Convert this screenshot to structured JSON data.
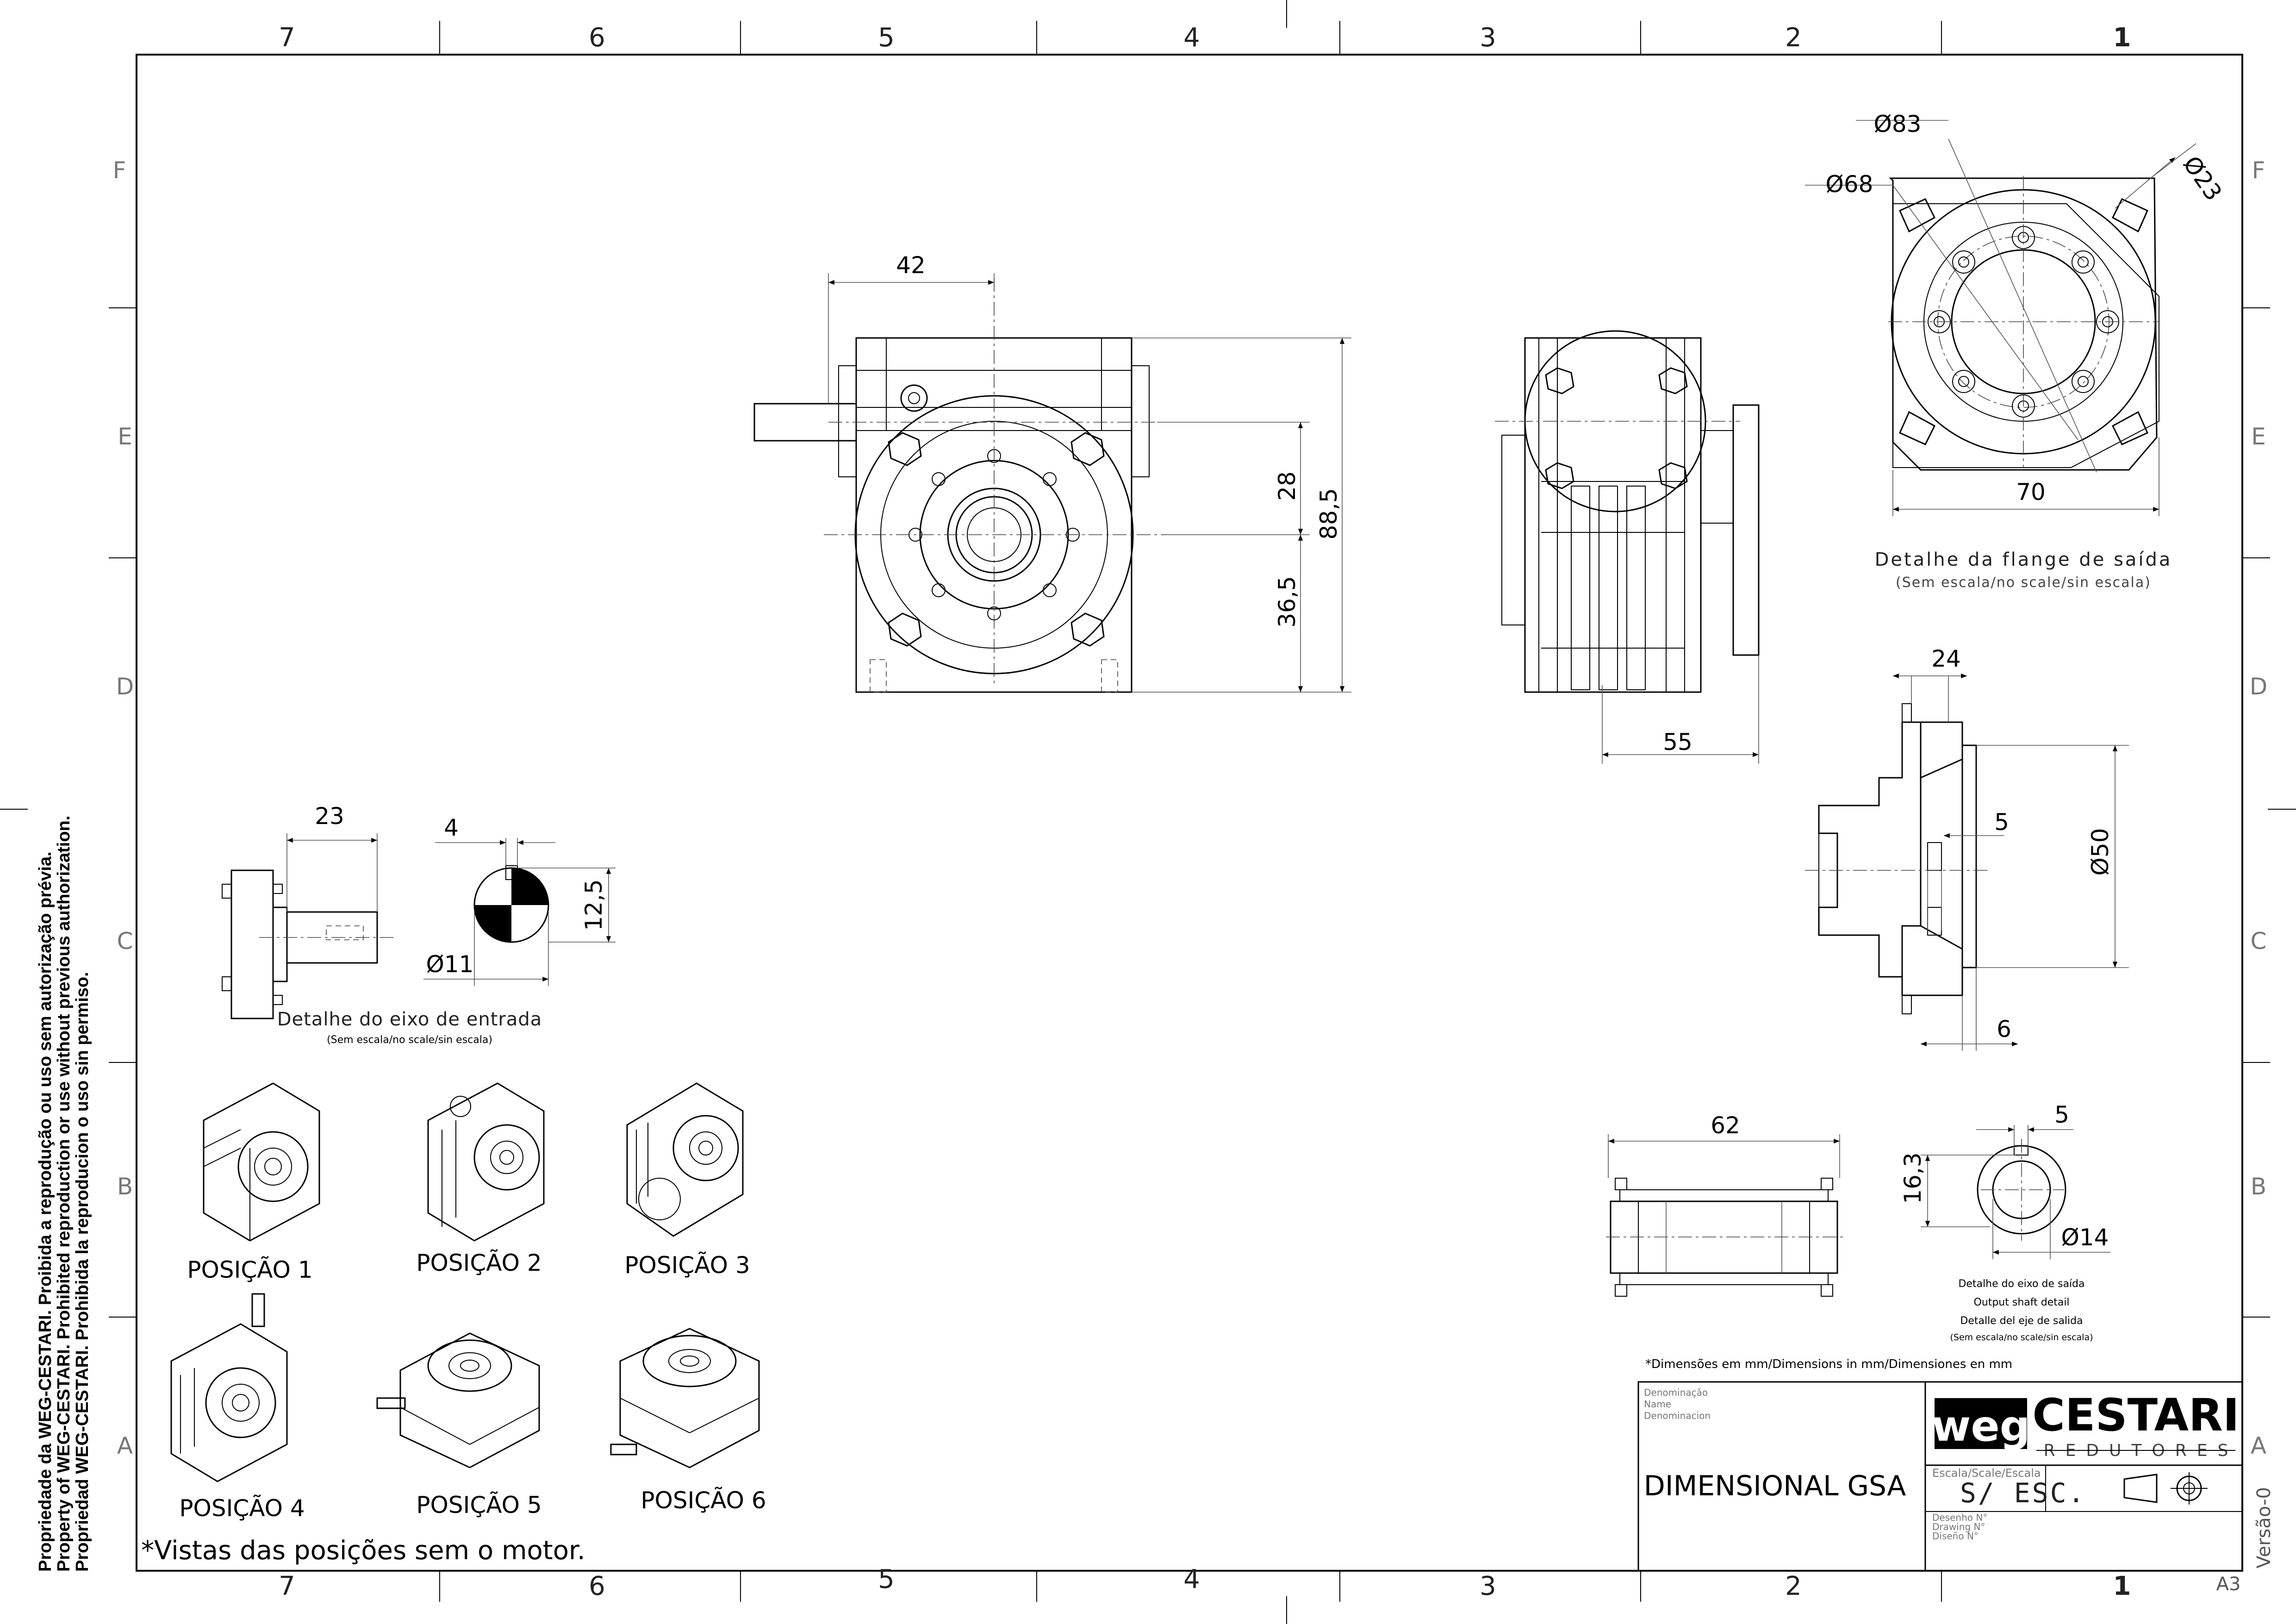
{
  "zones": {
    "columns": [
      "7",
      "6",
      "5",
      "4",
      "3",
      "2",
      "1"
    ],
    "rows": [
      "F",
      "E",
      "D",
      "C",
      "B",
      "A"
    ]
  },
  "dimensions": {
    "front_42": "42",
    "front_28": "28",
    "front_88_5": "88,5",
    "front_36_5": "36,5",
    "side_55": "55",
    "flange_d83": "Ø83",
    "flange_d68": "Ø68",
    "flange_d23": "Ø23",
    "flange_70": "70",
    "section_24": "24",
    "section_5": "5",
    "section_d50": "Ø50",
    "section_6": "6",
    "input_23": "23",
    "input_4": "4",
    "input_12_5": "12,5",
    "input_d11": "Ø11",
    "top_62": "62",
    "output_5": "5",
    "output_16_3": "16,3",
    "output_d14": "Ø14"
  },
  "captions": {
    "flange_title": "Detalhe da flange de saída",
    "flange_sub": "(Sem escala/no scale/sin escala)",
    "input_title": "Detalhe do eixo de entrada",
    "input_sub": "(Sem escala/no scale/sin escala)",
    "output_line1": "Detalhe do eixo de saída",
    "output_line2": "Output shaft detail",
    "output_line3": "Detalle del eje de salida",
    "output_line4": "(Sem escala/no scale/sin escala)"
  },
  "positions": [
    "POSIÇÃO 1",
    "POSIÇÃO 2",
    "POSIÇÃO 3",
    "POSIÇÃO 4",
    "POSIÇÃO 5",
    "POSIÇÃO 6"
  ],
  "notes": {
    "dimension_note": "*Dimensões em mm/Dimensions in mm/Dimensiones en mm",
    "views_note": "*Vistas das posições sem o motor."
  },
  "title_block": {
    "denom_1": "Denominação",
    "denom_2": "Name",
    "denom_3": "Denominacion",
    "title": "DIMENSIONAL GSA",
    "brand_logo": "weg",
    "brand": "CESTARI",
    "brand_sub": "REDUTORES",
    "scale_label": "Escala/Scale/Escala",
    "scale_value": "S/  ESC.",
    "drawing_1": "Desenho  N°",
    "drawing_2": "Drawing  N°",
    "drawing_3": "Diseño  N°",
    "version": "Versão-0",
    "sheet_size": "A3"
  },
  "legal": {
    "line1": "Propriedade da WEG-CESTARI. Proibida a reprodução ou uso sem autorização prévia.",
    "line2": "Property of WEG-CESTARI. Prohibited reproduction or use without previous authorization.",
    "line3": "Propriedad WEG-CESTARI. Prohibida la reproducion o uso sin permiso."
  }
}
